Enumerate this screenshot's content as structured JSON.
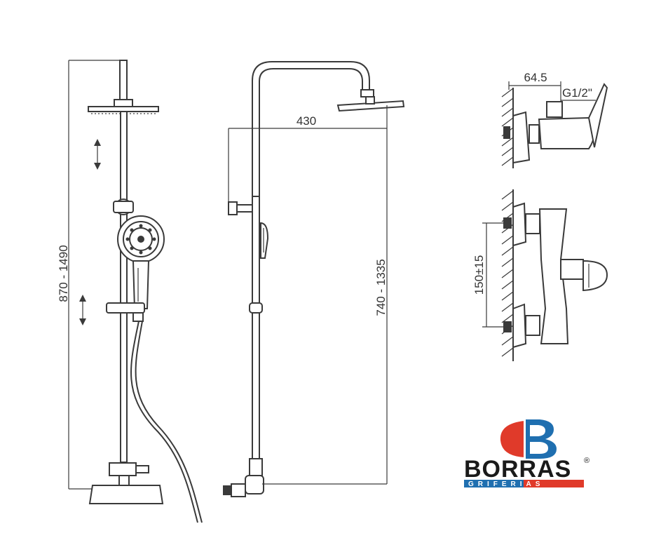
{
  "dimensions": {
    "front_height": "870  -  1490",
    "side_reach": "430",
    "side_height": "740  -  1335",
    "mixer_depth": "64.5",
    "thread": "G1/2\"",
    "inlet_spacing": "150±15"
  },
  "brand": {
    "name": "BORRAS",
    "registered": "®",
    "subtitle": "GRIFERIAS",
    "colors": {
      "red": "#e03a2a",
      "blue": "#1f6fb0",
      "dark": "#1a1a1a"
    }
  }
}
